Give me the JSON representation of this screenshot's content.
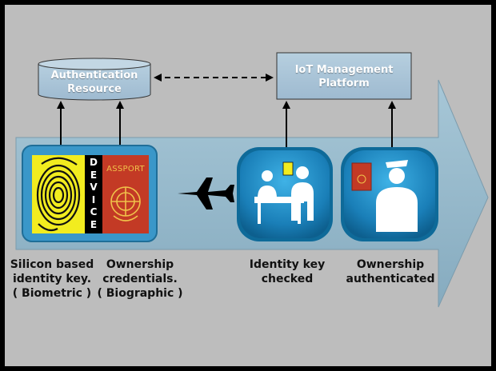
{
  "auth_resource": {
    "line1": "Authentication",
    "line2": "Resource"
  },
  "iot_platform": {
    "line1": "IoT Management",
    "line2": "Platform"
  },
  "device_card": {
    "vertical_label": [
      "D",
      "E",
      "V",
      "I",
      "C",
      "E"
    ],
    "passport_label": "ASSPORT"
  },
  "captions": {
    "identity_key": [
      "Silicon based",
      "identity key.",
      "( Biometric )"
    ],
    "ownership_credentials": [
      "Ownership",
      "credentials.",
      "( Biographic )"
    ],
    "identity_checked": [
      "Identity key",
      "checked"
    ],
    "ownership_authenticated": [
      "Ownership",
      "authenticated"
    ]
  },
  "icons": {
    "fingerprint": "fingerprint-icon",
    "passport": "passport-icon",
    "airplane": "airplane-icon",
    "checkin": "checkin-desk-icon",
    "officer": "passport-officer-icon"
  },
  "colors": {
    "background": "#bdbdbd",
    "arrow": "#93b7c9",
    "box": "#a9c3d4",
    "box_text": "#ffffff",
    "device_frame": "#3a97c9",
    "fingerprint_bg": "#f2ec1f",
    "passport_red": "#c33a25",
    "icon_blue": "#1f88c0"
  }
}
